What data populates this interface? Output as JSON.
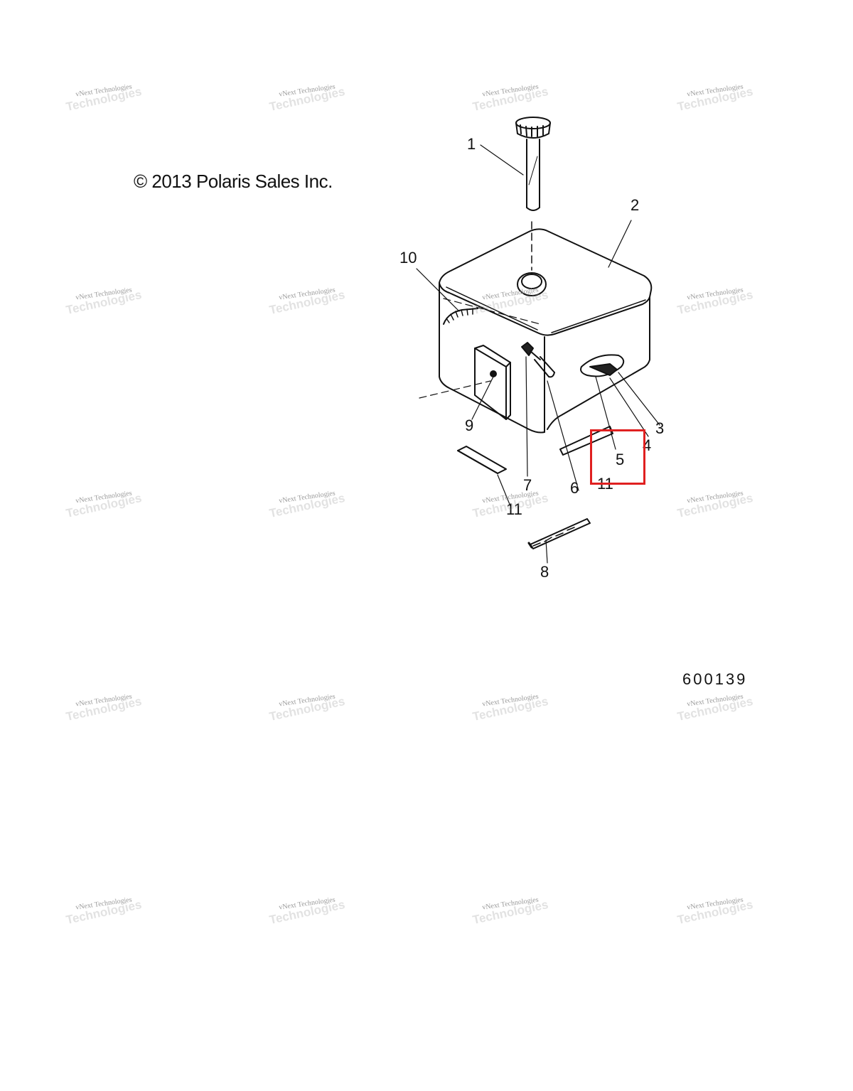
{
  "copyright": "© 2013 Polaris Sales Inc.",
  "drawing_number": "600139",
  "watermark": {
    "line1": "vNext Technologies",
    "line2": "Technologies"
  },
  "highlight_color": "#e02020",
  "callouts": {
    "c1": "1",
    "c2": "2",
    "c3": "3",
    "c4": "4",
    "c5": "5",
    "c6": "6",
    "c7": "7",
    "c8": "8",
    "c9": "9",
    "c10": "10",
    "c11a": "11",
    "c11b": "11"
  },
  "highlighted_callout": "5"
}
